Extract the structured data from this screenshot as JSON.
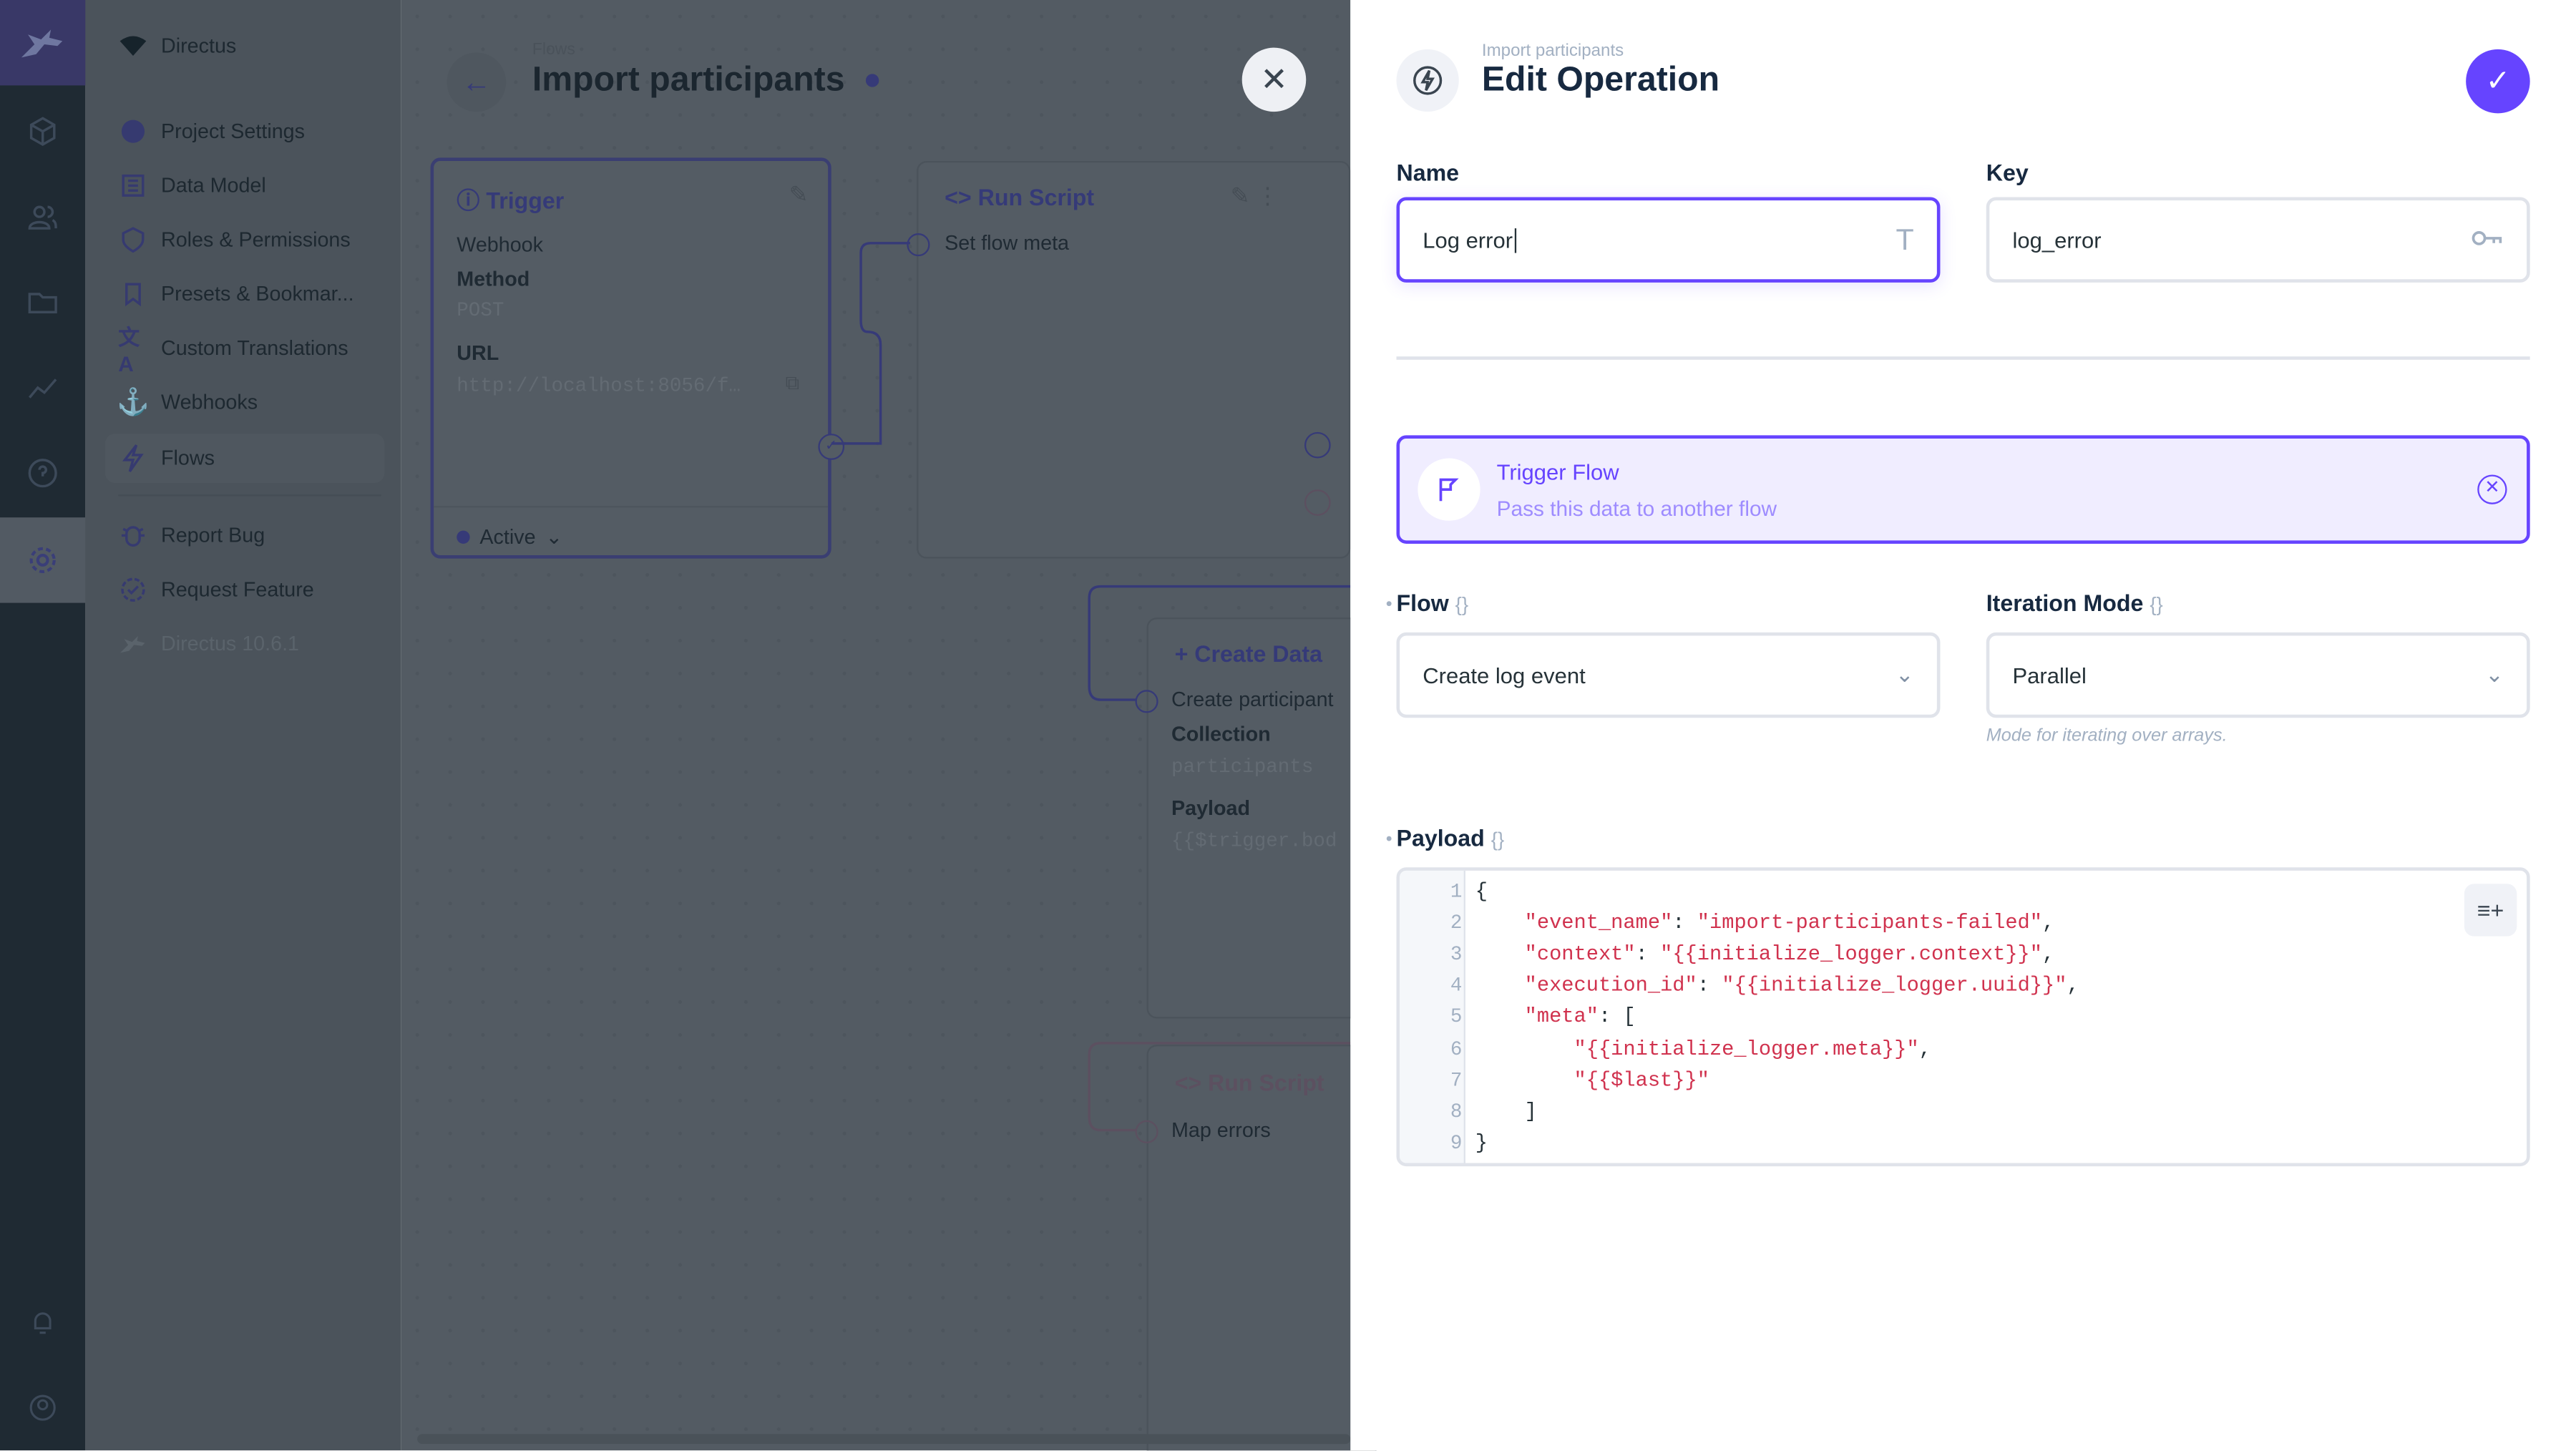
{
  "rail": {
    "icons": [
      "directus-logo-icon",
      "content-cube-icon",
      "users-icon",
      "files-folder-icon",
      "insights-chart-icon",
      "help-icon",
      "settings-gear-icon",
      "notifications-bell-icon",
      "user-account-icon"
    ]
  },
  "nav": {
    "project": "Directus",
    "items": [
      {
        "label": "Project Settings",
        "icon": "globe-icon"
      },
      {
        "label": "Data Model",
        "icon": "list-icon"
      },
      {
        "label": "Roles & Permissions",
        "icon": "shield-icon"
      },
      {
        "label": "Presets & Bookmar...",
        "icon": "bookmark-icon"
      },
      {
        "label": "Custom Translations",
        "icon": "translate-icon"
      },
      {
        "label": "Webhooks",
        "icon": "anchor-icon"
      },
      {
        "label": "Flows",
        "icon": "bolt-icon"
      },
      {
        "label": "Report Bug",
        "icon": "bug-icon"
      },
      {
        "label": "Request Feature",
        "icon": "verified-icon"
      }
    ],
    "version": "Directus 10.6.1"
  },
  "header": {
    "breadcrumb": "Flows",
    "title": "Import participants"
  },
  "canvas": {
    "trigger": {
      "title": "Trigger",
      "type": "Webhook",
      "method_label": "Method",
      "method": "POST",
      "url_label": "URL",
      "url": "http://localhost:8056/f…",
      "status": "Active"
    },
    "run_script_1": {
      "title": "Run Script",
      "name": "Set flow meta"
    },
    "create_data": {
      "title": "Create Data",
      "name": "Create participant",
      "collection_label": "Collection",
      "collection": "participants",
      "payload_label": "Payload",
      "payload": "{{$trigger.bod"
    },
    "run_script_2": {
      "title": "Run Script",
      "name": "Map errors"
    }
  },
  "panel": {
    "breadcrumb": "Import participants",
    "title": "Edit Operation",
    "name_label": "Name",
    "name_value": "Log error",
    "key_label": "Key",
    "key_value": "log_error",
    "operation": {
      "title": "Trigger Flow",
      "description": "Pass this data to another flow"
    },
    "flow_label": "Flow",
    "flow_value": "Create log event",
    "iteration_label": "Iteration Mode",
    "iteration_value": "Parallel",
    "iteration_hint": "Mode for iterating over arrays.",
    "payload_label": "Payload",
    "payload_lines": [
      {
        "n": "1",
        "indent": "",
        "k": "",
        "v": "{"
      },
      {
        "n": "2",
        "indent": "    ",
        "k": "\"event_name\"",
        "v": "\"import-participants-failed\""
      },
      {
        "n": "3",
        "indent": "    ",
        "k": "\"context\"",
        "v": "\"{{initialize_logger.context}}\""
      },
      {
        "n": "4",
        "indent": "    ",
        "k": "\"execution_id\"",
        "v": "\"{{initialize_logger.uuid}}\""
      },
      {
        "n": "5",
        "indent": "    ",
        "k": "\"meta\"",
        "v": "["
      },
      {
        "n": "6",
        "indent": "        ",
        "k": "",
        "v": "\"{{initialize_logger.meta}}\""
      },
      {
        "n": "7",
        "indent": "        ",
        "k": "",
        "v": "\"{{$last}}\""
      },
      {
        "n": "8",
        "indent": "    ",
        "k": "",
        "v": "]"
      },
      {
        "n": "9",
        "indent": "",
        "k": "",
        "v": "}"
      }
    ]
  },
  "colors": {
    "primary": "#6644ff",
    "code_string": "#d0324e",
    "rail": "#1f2a33"
  }
}
